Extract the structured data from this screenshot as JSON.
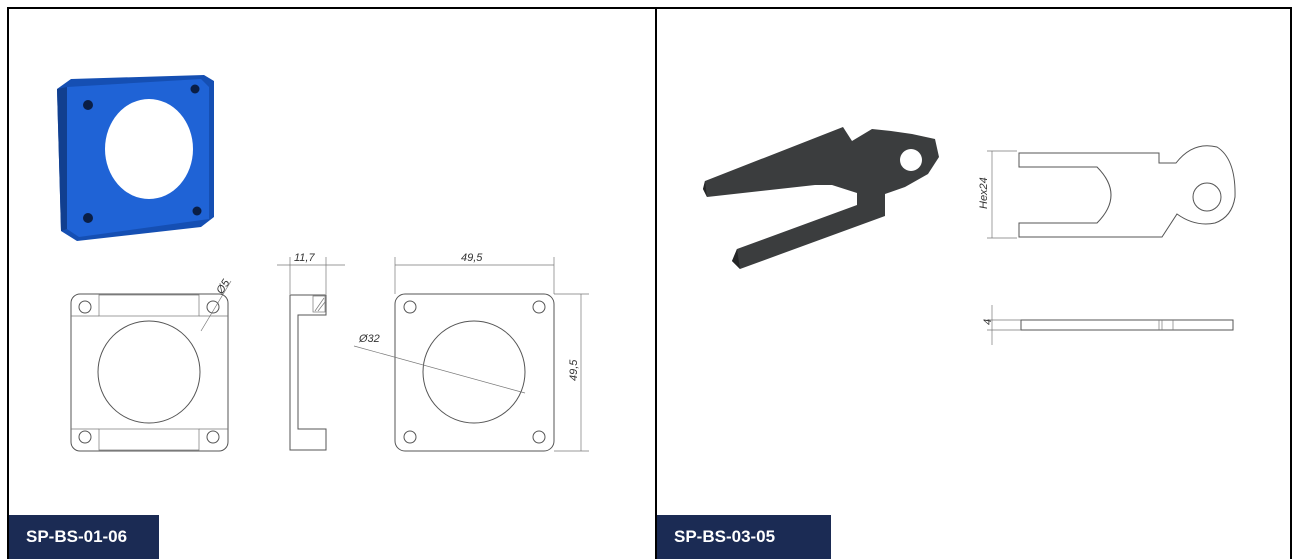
{
  "panels": [
    {
      "part_code": "SP-BS-01-06",
      "dimensions": {
        "hole_diameter": "Ø5",
        "thickness": "11,7",
        "width": "49,5",
        "height": "49,5",
        "bore_diameter": "Ø32"
      },
      "colors": {
        "model": "#1f63d6",
        "label_bg": "#1b2b54"
      }
    },
    {
      "part_code": "SP-BS-03-05",
      "dimensions": {
        "slot_width": "Hex24",
        "thickness": "4"
      },
      "colors": {
        "model": "#3b3d3e",
        "label_bg": "#1b2b54"
      }
    }
  ]
}
